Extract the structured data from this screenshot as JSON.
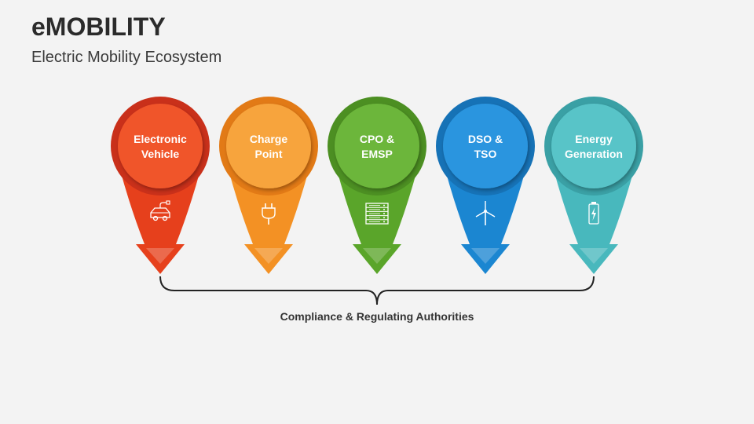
{
  "slide": {
    "title": "eMOBILITY",
    "subtitle": "Electric Mobility Ecosystem"
  },
  "nodes": [
    {
      "line1": "Electronic",
      "line2": "Vehicle",
      "icon": "electric-car-icon",
      "color": "#e6401c",
      "ring": "#c9301a",
      "light": "#f0542c"
    },
    {
      "line1": "Charge",
      "line2": "Point",
      "icon": "plug-icon",
      "color": "#f39124",
      "ring": "#e27a16",
      "light": "#f7a43c"
    },
    {
      "line1": "CPO &",
      "line2": "EMSP",
      "icon": "server-rack-icon",
      "color": "#5aa52a",
      "ring": "#4c8f22",
      "light": "#6cb63a"
    },
    {
      "line1": "DSO &",
      "line2": "TSO",
      "icon": "wind-turbine-icon",
      "color": "#1b86d1",
      "ring": "#1672b6",
      "light": "#2b95df"
    },
    {
      "line1": "Energy",
      "line2": "Generation",
      "icon": "battery-charging-icon",
      "color": "#48b8bd",
      "ring": "#3aa0a5",
      "light": "#59c4c8"
    }
  ],
  "footer": {
    "label": "Compliance & Regulating Authorities"
  }
}
